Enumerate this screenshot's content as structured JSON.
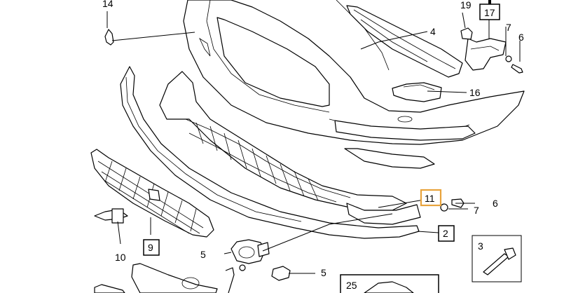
{
  "callouts": [
    {
      "id": "c14",
      "label": "14",
      "boxed": false,
      "highlight": false
    },
    {
      "id": "c19",
      "label": "19",
      "boxed": false,
      "highlight": false
    },
    {
      "id": "c17",
      "label": "17",
      "boxed": true,
      "highlight": false
    },
    {
      "id": "c7a",
      "label": "7",
      "boxed": false,
      "highlight": false
    },
    {
      "id": "c6a",
      "label": "6",
      "boxed": false,
      "highlight": false
    },
    {
      "id": "c4",
      "label": "4",
      "boxed": false,
      "highlight": false
    },
    {
      "id": "c16",
      "label": "16",
      "boxed": false,
      "highlight": false
    },
    {
      "id": "c11",
      "label": "11",
      "boxed": true,
      "highlight": true
    },
    {
      "id": "c6b",
      "label": "6",
      "boxed": false,
      "highlight": false
    },
    {
      "id": "c7b",
      "label": "7",
      "boxed": false,
      "highlight": false
    },
    {
      "id": "c2",
      "label": "2",
      "boxed": true,
      "highlight": false
    },
    {
      "id": "c3",
      "label": "3",
      "boxed": false,
      "highlight": false
    },
    {
      "id": "c10",
      "label": "10",
      "boxed": false,
      "highlight": false
    },
    {
      "id": "c9",
      "label": "9",
      "boxed": true,
      "highlight": false
    },
    {
      "id": "c5a",
      "label": "5",
      "boxed": false,
      "highlight": false
    },
    {
      "id": "c5b",
      "label": "5",
      "boxed": false,
      "highlight": false
    },
    {
      "id": "c25",
      "label": "25",
      "boxed": false,
      "highlight": false
    }
  ],
  "colors": {
    "line": "#000000",
    "highlight_box": "#e8a33c",
    "background": "#ffffff"
  }
}
